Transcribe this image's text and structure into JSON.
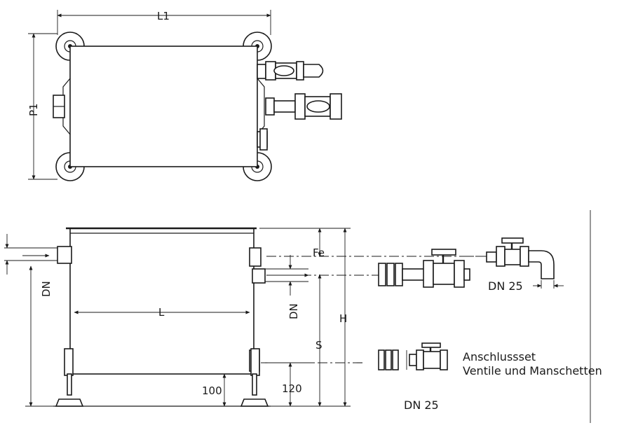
{
  "labels": {
    "l1": "L1",
    "p1": "P1",
    "dn_left": "DN",
    "dn_mid": "DN",
    "l": "L",
    "fe": "Fe",
    "h": "H",
    "s": "S",
    "dim_100": "100",
    "dim_120": "120",
    "dn25_top": "DN 25",
    "dn25_bottom": "DN 25",
    "kit_line1": "Anschlussset",
    "kit_line2": "Ventile und Manschetten"
  }
}
